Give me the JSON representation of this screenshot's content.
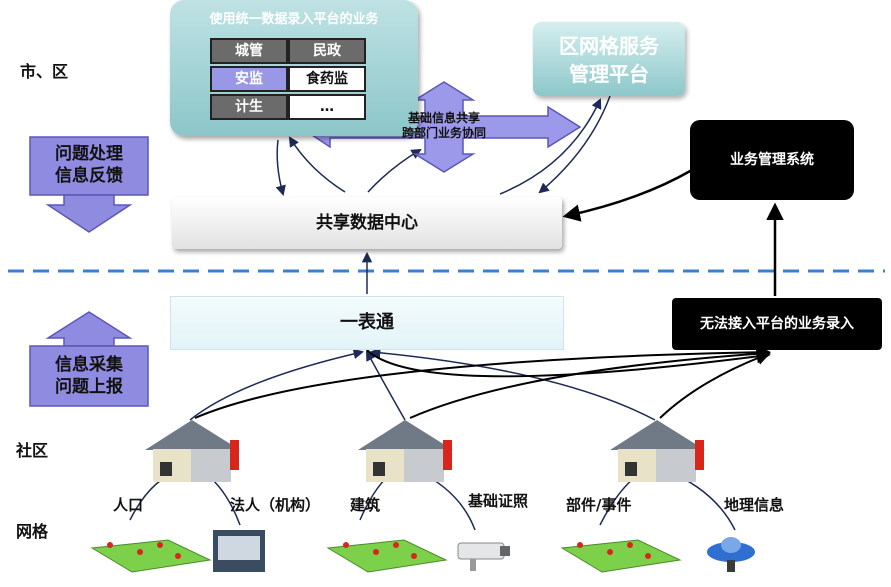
{
  "levels": {
    "city_district": "市、区",
    "community": "社区",
    "grid": "网格"
  },
  "side_arrows": {
    "feedback_line1": "问题处理",
    "feedback_line2": "信息反馈",
    "collect_line1": "信息采集",
    "collect_line2": "问题上报"
  },
  "top_panel": {
    "title": "使用统一数据录入平台的业务",
    "cells": [
      "城管",
      "民政",
      "安监",
      "食药监",
      "计生",
      "…"
    ]
  },
  "district_grid_platform": {
    "line1": "区网格服务",
    "line2": "管理平台"
  },
  "shared_arrow": {
    "line1": "基础信息共享",
    "line2": "跨部门业务协同"
  },
  "business_system": "业务管理系统",
  "data_center": "共享数据中心",
  "one_form": "一表通",
  "offline_entry": "无法接入平台的业务录入",
  "categories": [
    "人口",
    "法人（机构）",
    "建筑",
    "基础证照",
    "部件/事件",
    "地理信息"
  ],
  "colors": {
    "purple_arrow": "#8f8be0",
    "teal_panel": "#8cc6c9",
    "dashed_line": "#3c7fd0",
    "dark_connector": "#1d2a55",
    "house_red": "#d9261c"
  }
}
